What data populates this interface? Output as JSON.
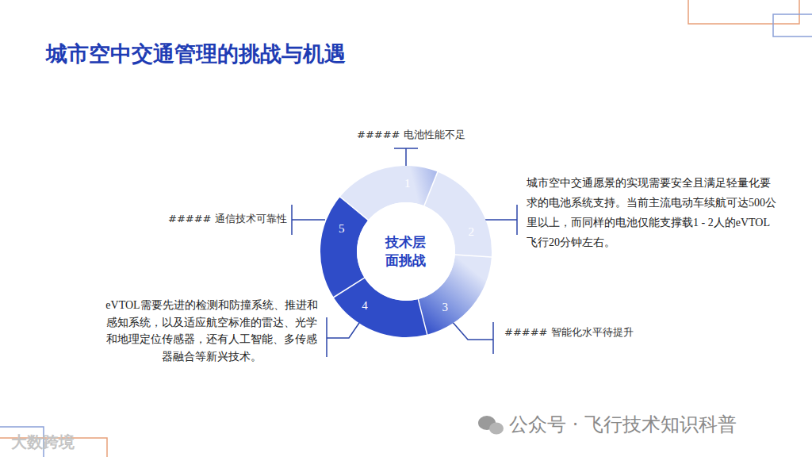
{
  "diagram": {
    "title": "城市空中交通管理的挑战与机遇",
    "nodes": [
      {
        "text": [
          "技术层面挑战"
        ]
      },
      {
        "text": [
          "1"
        ]
      },
      {
        "text": [
          "2"
        ]
      },
      {
        "text": [
          "3"
        ]
      },
      {
        "text": [
          "4"
        ]
      },
      {
        "text": [
          "5"
        ]
      }
    ],
    "labels": [
      "##### 电池性能不足",
      "城市空中交通愿景的实现需要安全且满足轻量化要求的电池系统支持。当前主流电动车续航可达500公里以上，而同样的电池仅能支撑载1 - 2人的eVTOL飞行20分钟左右。",
      "##### 智能化水平待提升",
      "eVTOL需要先进的检测和防撞系统、推进和感知系统，以及适应航空标准的雷达、光学和地理定位传感器，还有人工智能、多传感器融合等新兴技术。",
      "##### 通信技术可靠性",
      "公众号 · 飞行技术知识科普",
      "大数跨境"
    ]
  }
}
